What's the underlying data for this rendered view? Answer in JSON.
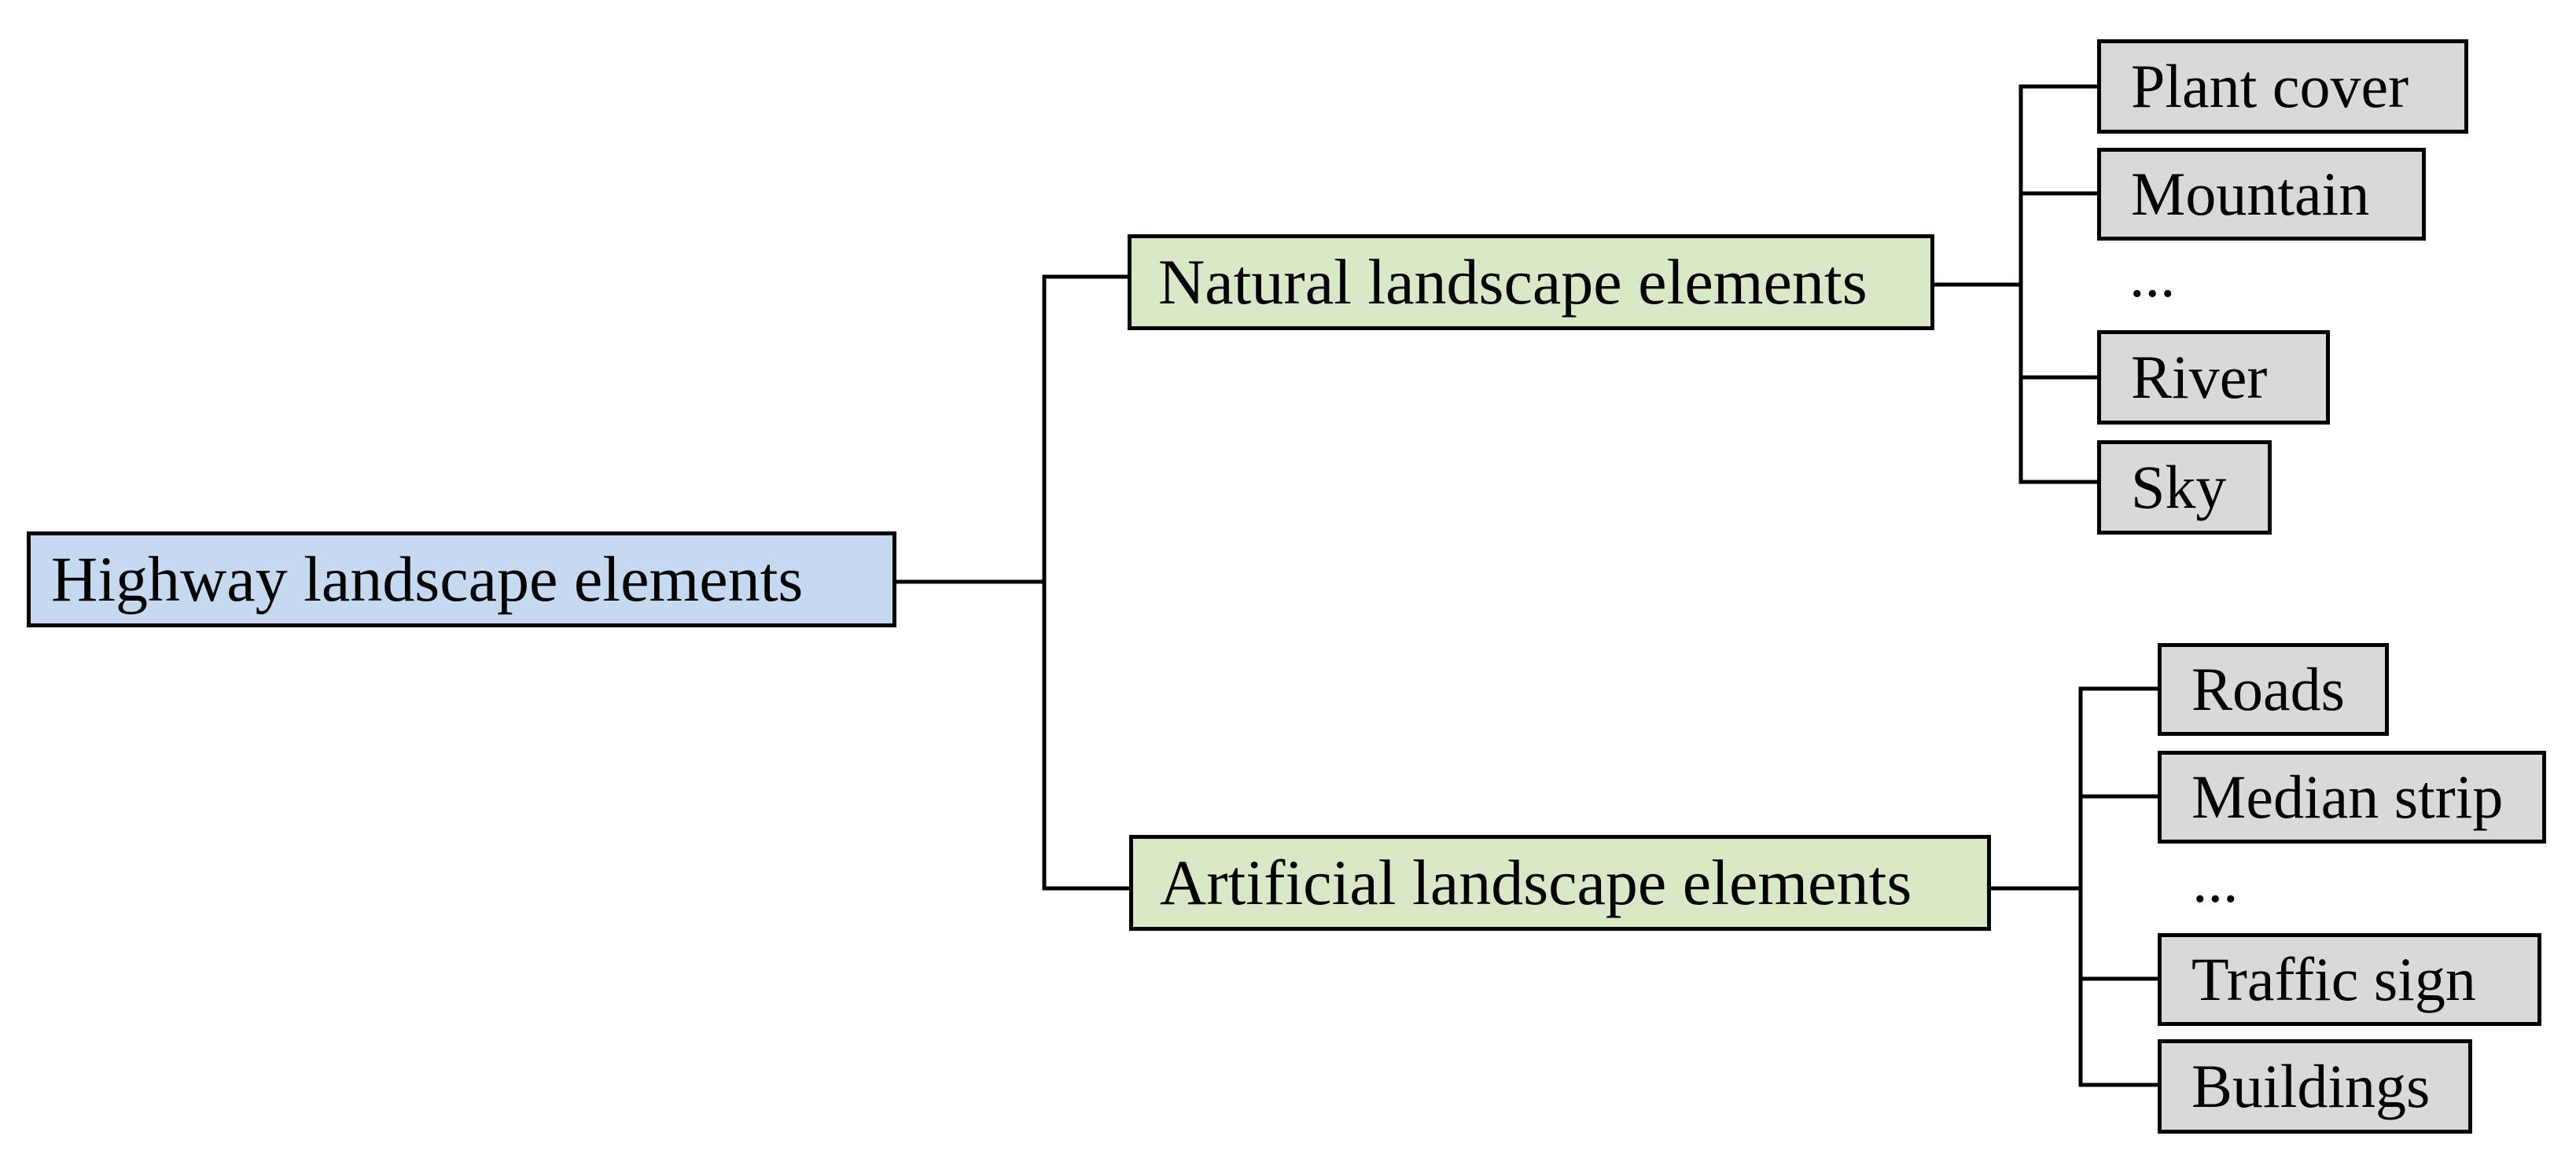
{
  "colors": {
    "root_fill": "#c5daf1",
    "category_fill": "#d9e8c6",
    "leaf_fill": "#d9d9d9",
    "line": "#000000"
  },
  "root": {
    "label": "Highway landscape elements"
  },
  "categories": [
    {
      "label": "Natural landscape elements",
      "children": [
        "Plant cover",
        "Mountain",
        "River",
        "Sky"
      ],
      "ellipsis": "..."
    },
    {
      "label": "Artificial landscape elements",
      "children": [
        "Roads",
        "Median strip",
        "Traffic sign",
        "Buildings"
      ],
      "ellipsis": "..."
    }
  ]
}
